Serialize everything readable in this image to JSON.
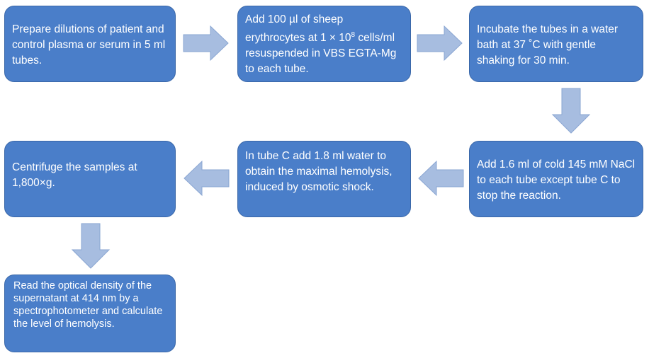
{
  "flowchart": {
    "steps": [
      {
        "text": "Prepare dilutions of patient and control plasma or serum in 5 ml tubes."
      },
      {
        "text_before": "Add 100 µl of sheep erythrocytes at 1 × 10",
        "superscript": "8",
        "text_after": " cells/ml resuspended in VBS EGTA-Mg to each tube."
      },
      {
        "text": "Incubate the tubes in a water bath at 37 ˚C with gentle shaking for 30 min."
      },
      {
        "text": "Add 1.6 ml of cold 145 mM NaCl to each tube except tube C to stop the reaction."
      },
      {
        "text": "In tube C add 1.8 ml water to obtain the maximal hemolysis, induced by osmotic shock."
      },
      {
        "text": "Centrifuge the samples at 1,800×g."
      },
      {
        "text": "Read the optical density of the supernatant at 414 nm by a spectrophotometer and calculate the level of hemolysis."
      }
    ],
    "colors": {
      "box_fill": "#4a7ec9",
      "box_border": "#3a67a8",
      "arrow_fill": "#a7bde0",
      "text": "#ffffff"
    }
  }
}
